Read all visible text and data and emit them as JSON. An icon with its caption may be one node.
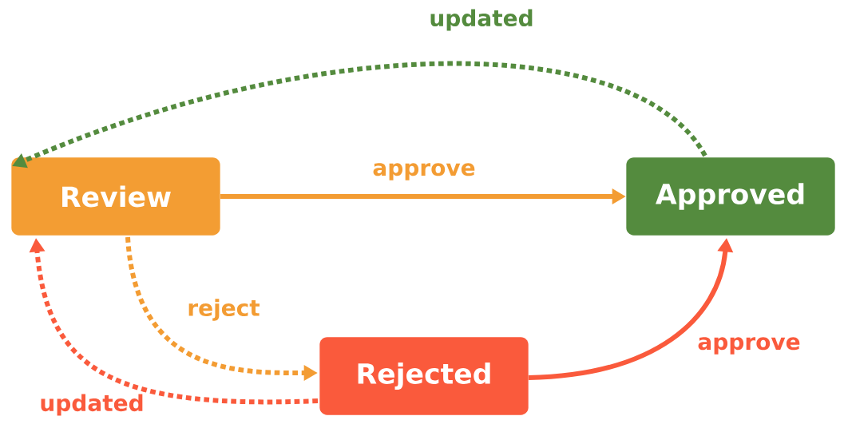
{
  "diagram": {
    "nodes": [
      {
        "text": [
          "Review"
        ]
      },
      {
        "text": [
          "Approved"
        ]
      },
      {
        "text": [
          "Rejected"
        ]
      }
    ],
    "edges": [
      {
        "from": 0,
        "to": 1,
        "arrow": "to",
        "label": "approve",
        "color": "#f39c33"
      },
      {
        "from": 1,
        "to": 0,
        "arrow": "to",
        "label": "updated",
        "style": "dashed",
        "color": "#548b3e"
      },
      {
        "from": 0,
        "to": 2,
        "arrow": "to",
        "label": "reject",
        "style": "dashed",
        "color": "#f39c33"
      },
      {
        "from": 2,
        "to": 0,
        "arrow": "to",
        "label": "updated",
        "style": "dashed",
        "color": "#fa5a3c"
      },
      {
        "from": 2,
        "to": 1,
        "arrow": "to",
        "label": "approve",
        "color": "#fa5a3c"
      }
    ]
  }
}
